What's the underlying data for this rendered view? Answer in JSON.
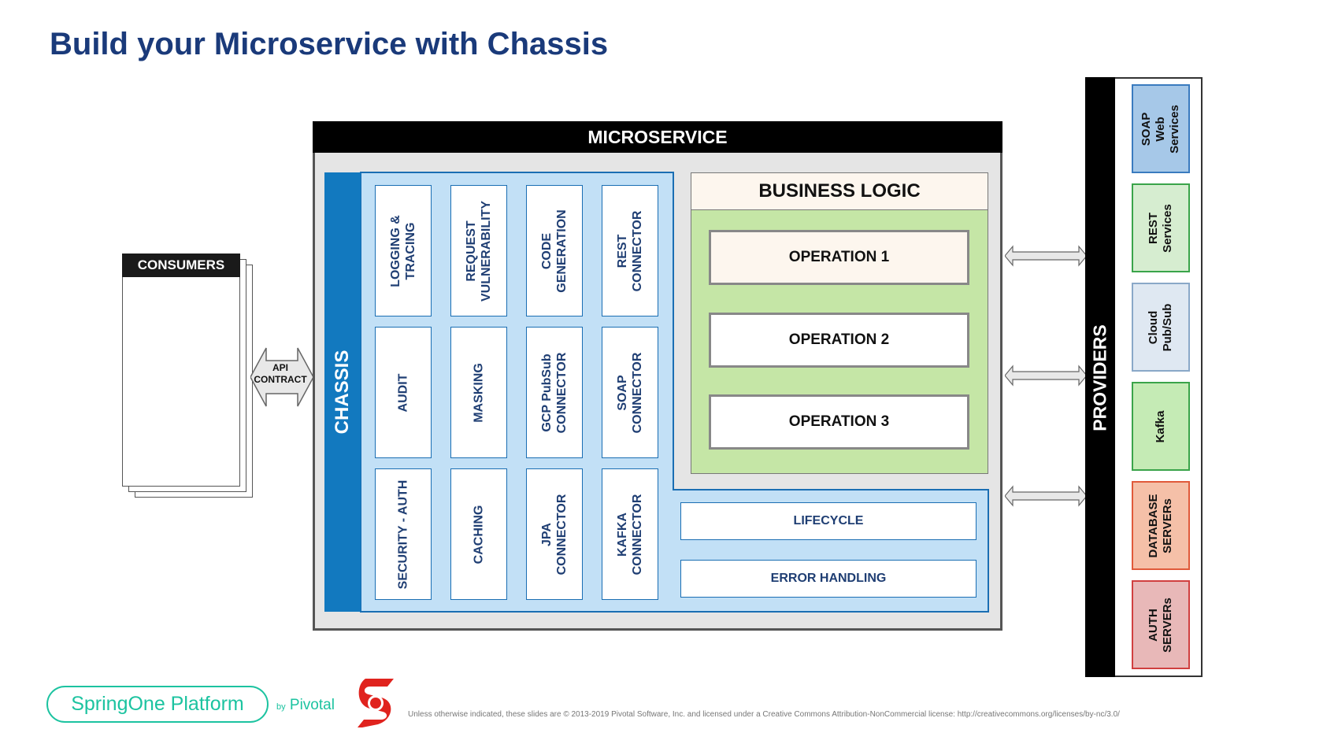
{
  "title": "Build your Microservice with Chassis",
  "consumers": {
    "label": "CONSUMERS"
  },
  "api_contract": {
    "line1": "API",
    "line2": "CONTRACT"
  },
  "microservice": {
    "label": "MICROSERVICE"
  },
  "chassis": {
    "label": "CHASSIS",
    "cells": [
      [
        "LOGGING &",
        "TRACING"
      ],
      [
        "REQUEST",
        "VULNERABILITY"
      ],
      [
        "CODE",
        "GENERATION"
      ],
      [
        "REST",
        "CONNECTOR"
      ],
      [
        "AUDIT"
      ],
      [
        "MASKING"
      ],
      [
        "GCP PubSub",
        "CONNECTOR"
      ],
      [
        "SOAP",
        "CONNECTOR"
      ],
      [
        "SECURITY - AUTH"
      ],
      [
        "CACHING"
      ],
      [
        "JPA",
        "CONNECTOR"
      ],
      [
        "KAFKA",
        "CONNECTOR"
      ]
    ],
    "lifecycle": "LIFECYCLE",
    "error_handling": "ERROR HANDLING"
  },
  "business_logic": {
    "label": "BUSINESS LOGIC",
    "operations": [
      "OPERATION 1",
      "OPERATION 2",
      "OPERATION 3"
    ]
  },
  "providers": {
    "label": "PROVIDERS",
    "items": [
      {
        "lines": [
          "SOAP",
          "Web",
          "Services"
        ],
        "fill": "#a6c8e8",
        "border": "#3a7bbf"
      },
      {
        "lines": [
          "REST",
          "Services"
        ],
        "fill": "#d6edd0",
        "border": "#3aa44a"
      },
      {
        "lines": [
          "Cloud",
          "Pub/Sub"
        ],
        "fill": "#dfe8f2",
        "border": "#8aa8c8"
      },
      {
        "lines": [
          "Kafka"
        ],
        "fill": "#c5ebb5",
        "border": "#3aa44a"
      },
      {
        "lines": [
          "DATABASE",
          "SERVERs"
        ],
        "fill": "#f5c0a8",
        "border": "#e05a3a"
      },
      {
        "lines": [
          "AUTH",
          "SERVERs"
        ],
        "fill": "#e8b8b8",
        "border": "#d04040"
      }
    ]
  },
  "footer": {
    "spring": "SpringOne Platform",
    "by": "by",
    "pivotal": "Pivotal",
    "license": "Unless otherwise indicated, these slides are © 2013-2019 Pivotal Software, Inc. and licensed under a Creative Commons Attribution-NonCommercial license: http://creativecommons.org/licenses/by-nc/3.0/"
  },
  "colors": {
    "title": "#1a3a7a",
    "chassis": "#1279bf",
    "chassis_bg": "#c2e0f6",
    "business_logic": "#c5e6a6",
    "spring_green": "#1cc3a0",
    "logo_red": "#e0231e"
  }
}
